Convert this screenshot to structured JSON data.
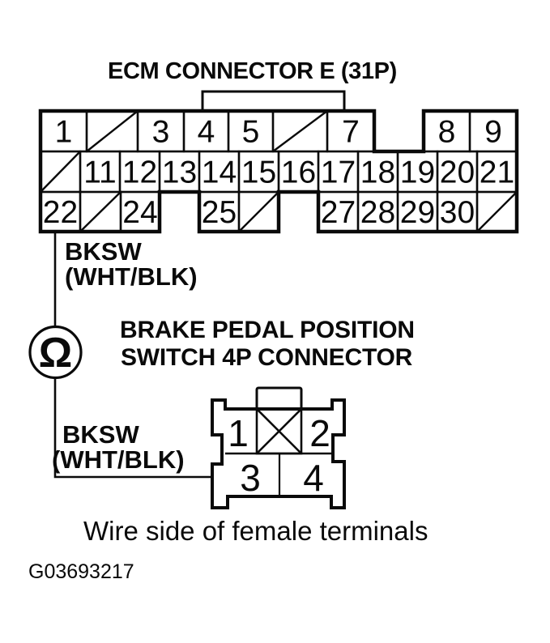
{
  "page": {
    "background": "#ffffff",
    "ink": "#0a0a0a"
  },
  "ecm": {
    "title": "ECM CONNECTOR E (31P)",
    "rows": [
      {
        "cells": [
          {
            "label": "1"
          },
          {
            "empty": true
          },
          {
            "label": "3"
          },
          {
            "label": "4"
          },
          {
            "label": "5"
          },
          {
            "empty": true
          },
          {
            "label": "7"
          },
          {
            "label": "8"
          },
          {
            "label": "9"
          }
        ]
      },
      {
        "cells": [
          {
            "empty": true
          },
          {
            "label": "11"
          },
          {
            "label": "12"
          },
          {
            "label": "13"
          },
          {
            "label": "14"
          },
          {
            "label": "15"
          },
          {
            "label": "16"
          },
          {
            "label": "17"
          },
          {
            "label": "18"
          },
          {
            "label": "19"
          },
          {
            "label": "20"
          },
          {
            "label": "21"
          }
        ]
      },
      {
        "cells": [
          {
            "label": "22"
          },
          {
            "empty": true
          },
          {
            "label": "24"
          },
          {
            "label": "25"
          },
          {
            "empty": true
          },
          {
            "label": "27"
          },
          {
            "label": "28"
          },
          {
            "label": "29"
          },
          {
            "label": "30"
          },
          {
            "empty": true
          }
        ]
      }
    ]
  },
  "wire_label_top": {
    "name": "BKSW",
    "color": "(WHT/BLK)"
  },
  "ohmmeter": {
    "symbol": "Ω"
  },
  "switch": {
    "title_line1": "BRAKE PEDAL POSITION",
    "title_line2": "SWITCH 4P CONNECTOR",
    "pins": [
      {
        "label": "1"
      },
      {
        "label": "2"
      },
      {
        "label": "3"
      },
      {
        "label": "4"
      }
    ]
  },
  "wire_label_bottom": {
    "name": "BKSW",
    "color": "(WHT/BLK)"
  },
  "caption": "Wire side of female terminals",
  "figure_id": "G03693217"
}
